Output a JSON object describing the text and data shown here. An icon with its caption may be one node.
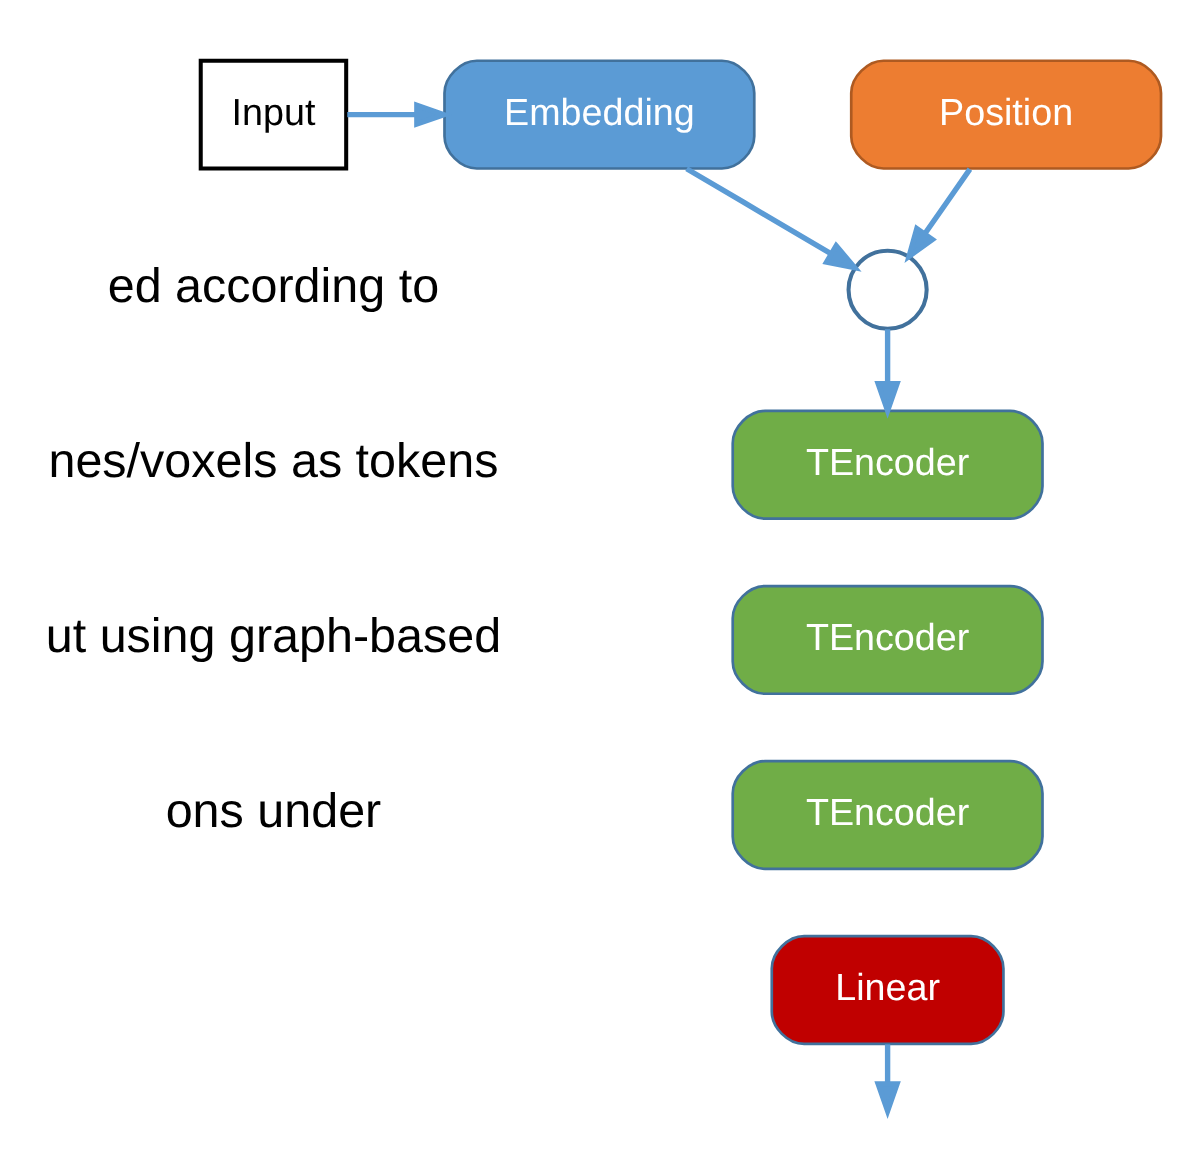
{
  "diagram": {
    "nodes": [
      {
        "text": [
          "Input"
        ]
      },
      {
        "text": [
          "Embedding"
        ]
      },
      {
        "text": [
          "Position"
        ]
      },
      {
        "text": [],
        "shape": "circle"
      },
      {
        "text": [
          "TEncoder"
        ]
      },
      {
        "text": [
          "TEncoder"
        ]
      },
      {
        "text": [
          "TEncoder"
        ]
      },
      {
        "text": [
          "Linear"
        ]
      }
    ],
    "edges": [
      {
        "from": 0,
        "to": 1,
        "arrow": "to"
      },
      {
        "from": 1,
        "to": 3,
        "arrow": "to"
      },
      {
        "from": 2,
        "to": 3,
        "arrow": "to"
      },
      {
        "from": 3,
        "to": 4,
        "arrow": "to"
      },
      {
        "from": 7,
        "to": null,
        "arrow": "to"
      }
    ],
    "labels": [
      "ed according to",
      "nes/voxels as tokens",
      "ut using graph-based",
      "ons under"
    ]
  }
}
